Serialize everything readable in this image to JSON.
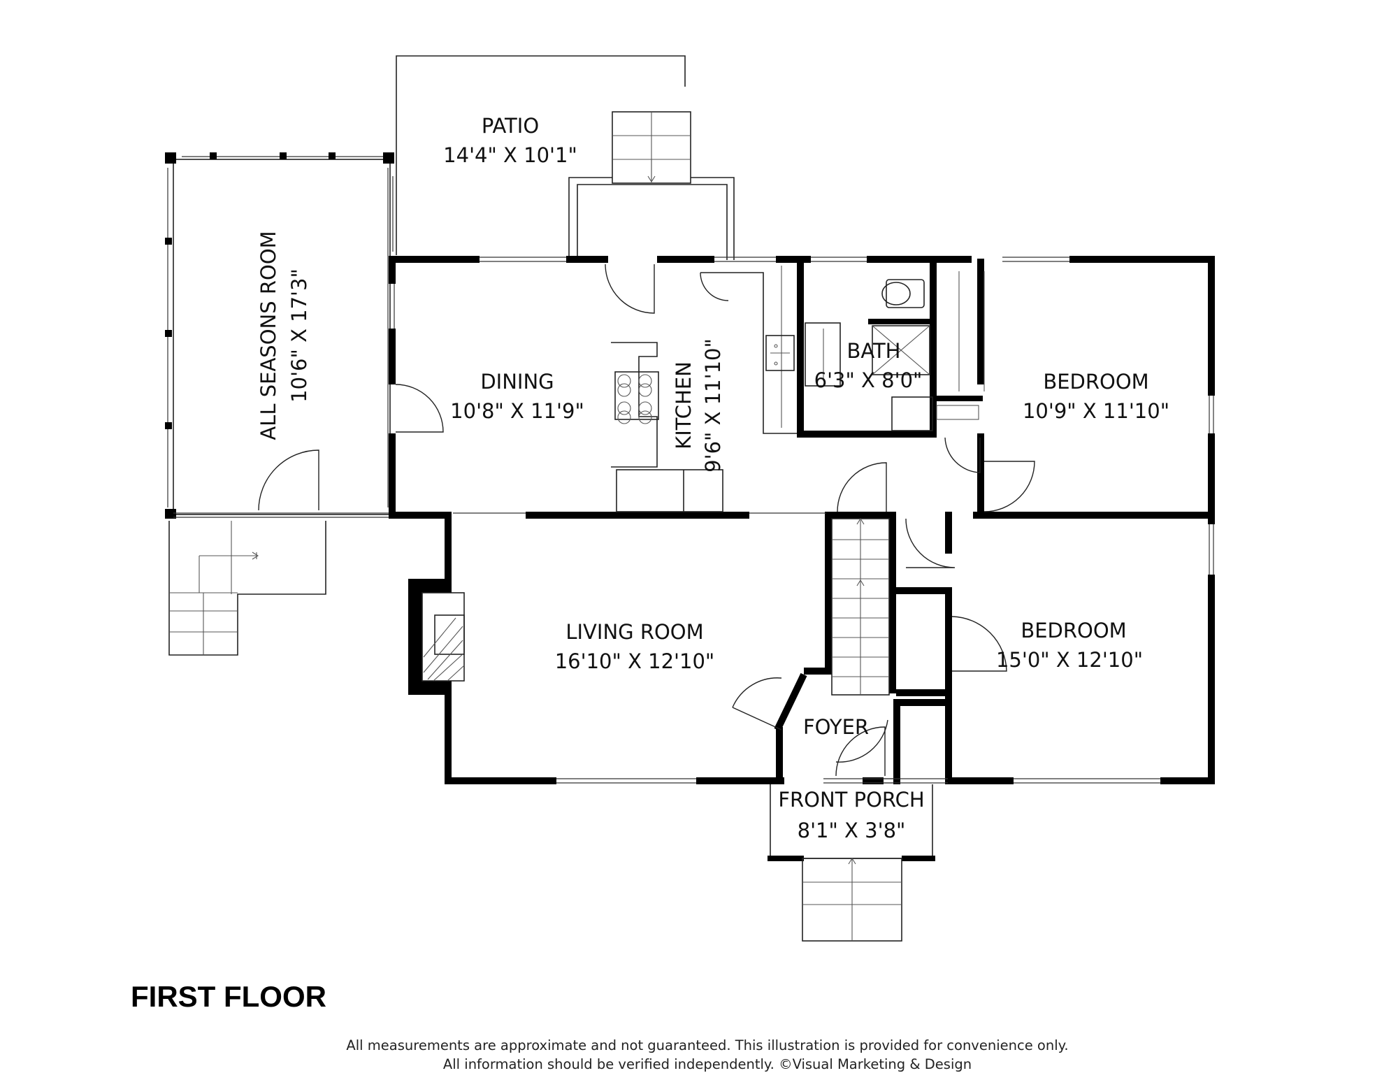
{
  "rooms": {
    "patio": {
      "name": "PATIO",
      "dims": "14'4\" X 10'1\""
    },
    "all_seasons": {
      "name": "ALL SEASONS ROOM",
      "dims": "10'6\" X 17'3\""
    },
    "dining": {
      "name": "DINING",
      "dims": "10'8\" X 11'9\""
    },
    "kitchen": {
      "name": "KITCHEN",
      "dims": "9'6\" X 11'10\""
    },
    "bath": {
      "name": "BATH",
      "dims": "6'3\" X 8'0\""
    },
    "bedroom_1": {
      "name": "BEDROOM",
      "dims": "10'9\" X 11'10\""
    },
    "bedroom_2": {
      "name": "BEDROOM",
      "dims": "15'0\" X 12'10\""
    },
    "living": {
      "name": "LIVING ROOM",
      "dims": "16'10\" X 12'10\""
    },
    "foyer": {
      "name": "FOYER"
    },
    "front_porch": {
      "name": "FRONT PORCH",
      "dims": "8'1\" X 3'8\""
    }
  },
  "floor_label": "FIRST FLOOR",
  "disclaimer": {
    "line1": "All measurements are approximate and not guaranteed. This illustration is provided for convenience only.",
    "line2": "All information should be verified independently. ©Visual Marketing & Design"
  },
  "colors": {
    "wall": "#000000",
    "line": "#222222",
    "background": "#ffffff"
  }
}
